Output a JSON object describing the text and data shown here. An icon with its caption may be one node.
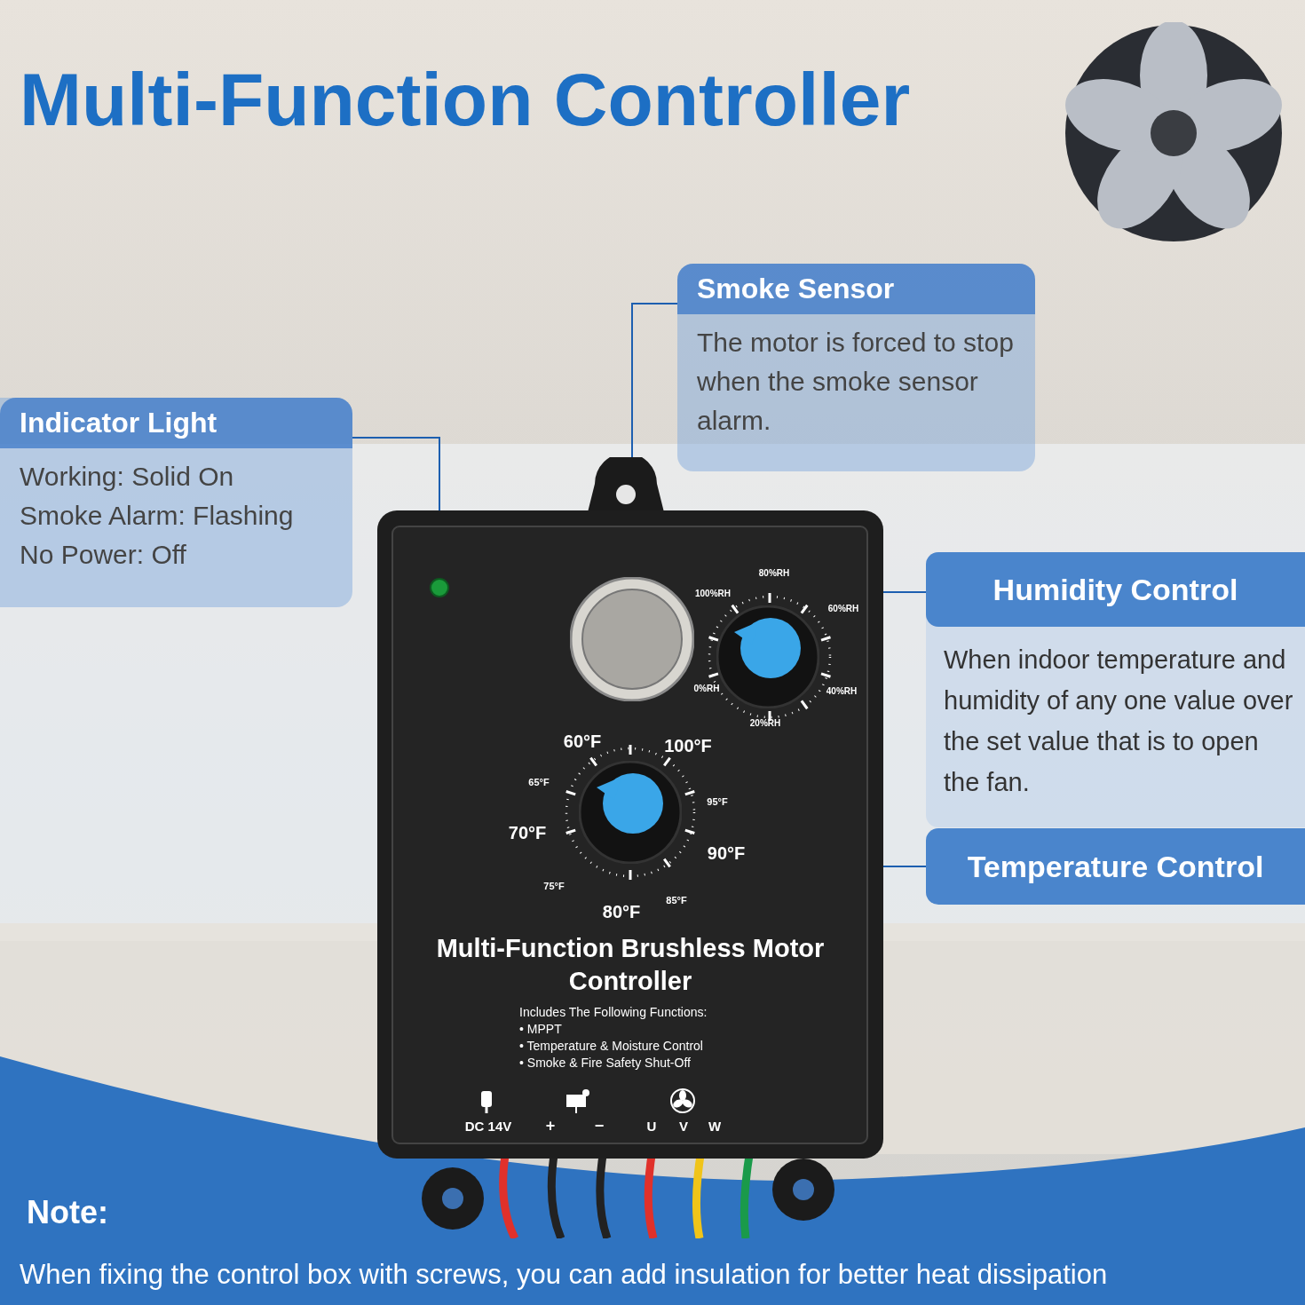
{
  "diagram": {
    "title": "Multi-Function Controller",
    "nodes": [
      {
        "text": [
          "Indicator Light",
          "Working: Solid On",
          "Smoke Alarm: Flashing",
          "No Power: Off"
        ]
      },
      {
        "text": [
          "Smoke Sensor",
          "The motor is forced to stop when the smoke sensor alarm."
        ]
      },
      {
        "text": [
          "Humidity Control",
          "When indoor temperature and humidity of any one value over the set value that is to open the fan."
        ]
      },
      {
        "text": [
          "Temperature Control"
        ]
      },
      {
        "text": [
          "Multi-Function Brushless Motor Controller",
          "Includes The Following Functions:",
          "• MPPT",
          "• Temperature & Moisture Control",
          "• Smoke & Fire Safety Shut-Off"
        ]
      },
      {
        "text": [],
        "shape": "circle",
        "in": 4
      },
      {
        "text": [],
        "shape": "circle",
        "in": 4
      },
      {
        "text": [],
        "shape": "circle",
        "in": 4
      },
      {
        "text": [],
        "shape": "circle",
        "in": 4
      }
    ],
    "edges": [
      {
        "from": 0,
        "to": 5,
        "arrow": "none"
      },
      {
        "from": 1,
        "to": 6,
        "arrow": "none"
      },
      {
        "from": 2,
        "to": 7,
        "arrow": "none"
      },
      {
        "from": 3,
        "to": 8,
        "arrow": "none"
      }
    ],
    "labels": [
      "80%RH",
      "100%RH",
      "60%RH",
      "0%RH",
      "40%RH",
      "20%RH",
      "60°F",
      "100°F",
      "65°F",
      "95°F",
      "70°F",
      "90°F",
      "75°F",
      "85°F",
      "80°F",
      "DC 14V",
      "+",
      "−",
      "U",
      "V",
      "W",
      "Note:",
      "When fixing the control box with screws, you can add insulation for better heat dissipation"
    ]
  }
}
